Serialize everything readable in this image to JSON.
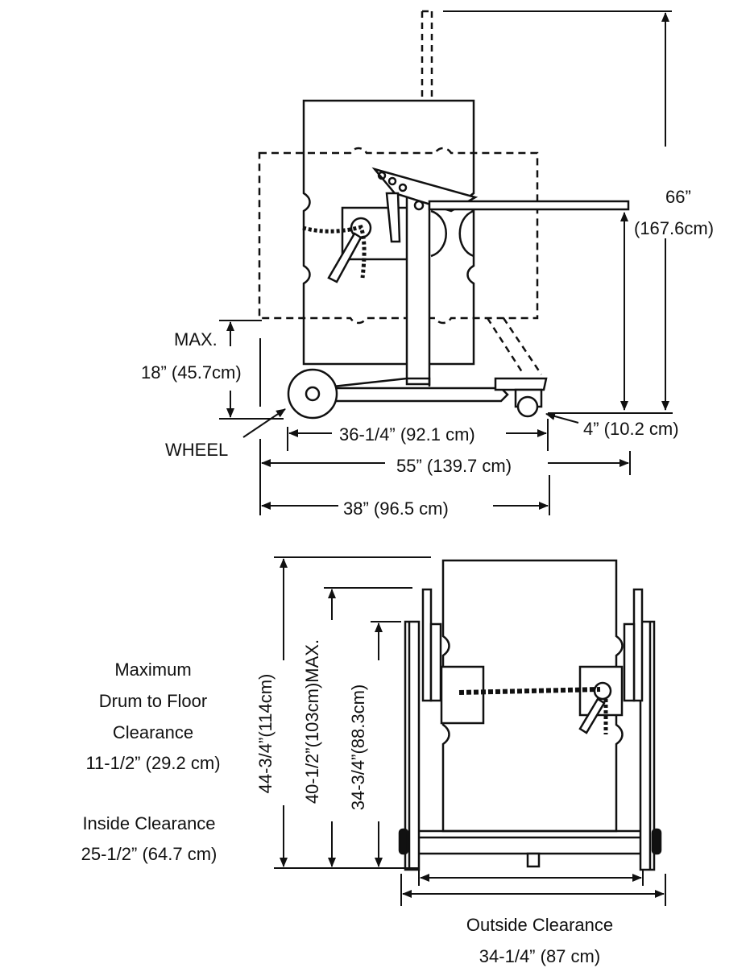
{
  "side_view": {
    "height_label_1": "66”",
    "height_label_2": "(167.6cm)",
    "max_label": "MAX.",
    "lift_label": "18” (45.7cm)",
    "wheel_label": "WHEEL",
    "caster_label": "4” (10.2 cm)",
    "wheelbase_label": "36-1/4” (92.1 cm)",
    "overall_length_label": "55” (139.7 cm)",
    "base_length_label": "38” (96.5 cm)"
  },
  "front_view": {
    "height_1_label": "44-3/4”(114cm)",
    "height_2_label": "40-1/2”(103cm)MAX.",
    "height_3_label": "34-3/4”(88.3cm)",
    "drum_floor_line1": "Maximum",
    "drum_floor_line2": "Drum to Floor",
    "drum_floor_line3": "Clearance",
    "drum_floor_value": "11-1/2” (29.2 cm)",
    "inside_label": "Inside Clearance",
    "inside_value": "25-1/2” (64.7 cm)",
    "outside_label": "Outside Clearance",
    "outside_value": "34-1/4” (87 cm)"
  },
  "colors": {
    "ink": "#111111",
    "paper": "#ffffff"
  }
}
